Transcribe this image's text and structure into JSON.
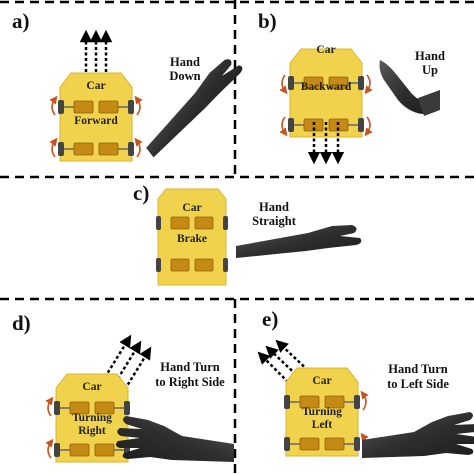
{
  "panels": {
    "a": {
      "letter": "a)",
      "car_title": "Car",
      "car_state": "Forward",
      "hand_line1": "Hand",
      "hand_line2": "Down"
    },
    "b": {
      "letter": "b)",
      "car_title": "Car",
      "car_state": "Backward",
      "hand_line1": "Hand",
      "hand_line2": "Up"
    },
    "c": {
      "letter": "c)",
      "car_title": "Car",
      "car_state": "Brake",
      "hand_line1": "Hand",
      "hand_line2": "Straight"
    },
    "d": {
      "letter": "d)",
      "car_title": "Car",
      "car_state_line1": "Turning",
      "car_state_line2": "Right",
      "hand_line1": "Hand Turn",
      "hand_line2": "to Right Side"
    },
    "e": {
      "letter": "e)",
      "car_title": "Car",
      "car_state_line1": "Turning",
      "car_state_line2": "Left",
      "hand_line1": "Hand Turn",
      "hand_line2": "to Left Side"
    }
  },
  "colors": {
    "car_body": "#f1d24d",
    "car_component": "#c48a14",
    "wheel_rotation_arrow": "#c8541b",
    "motion_arrow": "#000000",
    "hand": "#2f2f2f",
    "divider": "#000000"
  },
  "icons": [
    "hand-down-icon",
    "hand-up-icon",
    "hand-straight-icon",
    "hand-turn-right-icon",
    "hand-turn-left-icon"
  ]
}
